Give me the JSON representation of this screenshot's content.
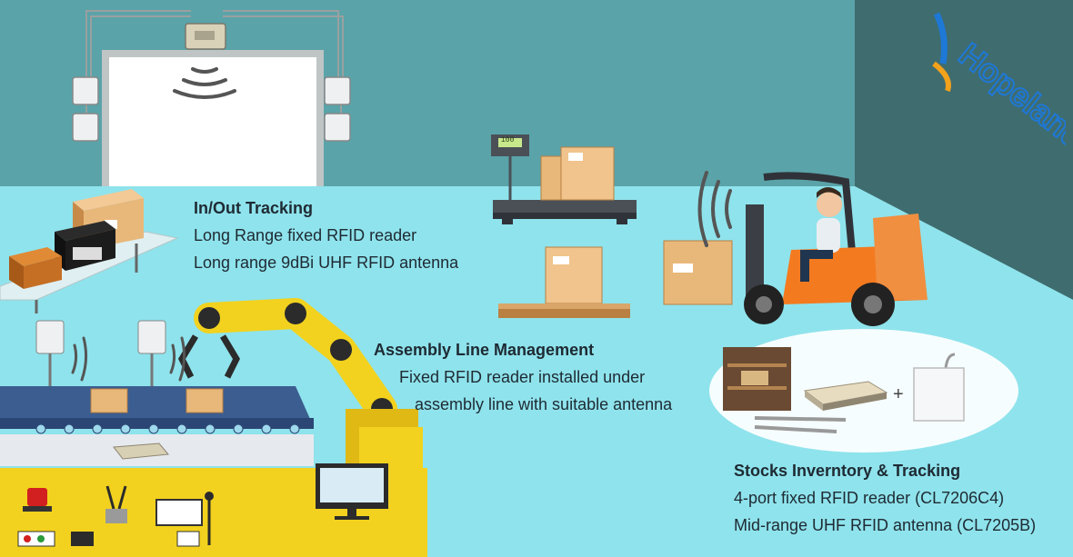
{
  "sections": {
    "inout": {
      "title": "In/Out Tracking",
      "line1": "Long Range fixed RFID reader",
      "line2": "Long range 9dBi UHF RFID antenna"
    },
    "assembly": {
      "title": "Assembly Line Management",
      "line1": "Fixed RFID reader installed under",
      "line2": "assembly line with suitable antenna"
    },
    "stocks": {
      "title": "Stocks Inverntory & Tracking",
      "line1": "4-port fixed RFID reader (CL7206C4)",
      "line2": "Mid-range UHF RFID antenna (CL7205B)"
    }
  },
  "brand": {
    "name": "Hopeland"
  },
  "scale_display": "100",
  "colors": {
    "wall": "#5aa3a9",
    "wall_dark": "#3f6c6e",
    "floor": "#8fe3ec",
    "forklift": "#f47a20",
    "robot_arm": "#f2d21e",
    "box": "#e8b87a",
    "logo_blue": "#1e78d6",
    "logo_orange": "#f3a21b"
  },
  "icons": [
    "gate-reader-icon",
    "rfid-antenna-icon",
    "box-icon",
    "scale-icon",
    "pallet-icon",
    "forklift-icon",
    "driver-icon",
    "robot-arm-icon",
    "conveyor-icon",
    "control-panel-icon",
    "monitor-icon",
    "rfid-reader-device-icon",
    "panel-antenna-icon",
    "plus-icon",
    "signal-waves-icon"
  ]
}
